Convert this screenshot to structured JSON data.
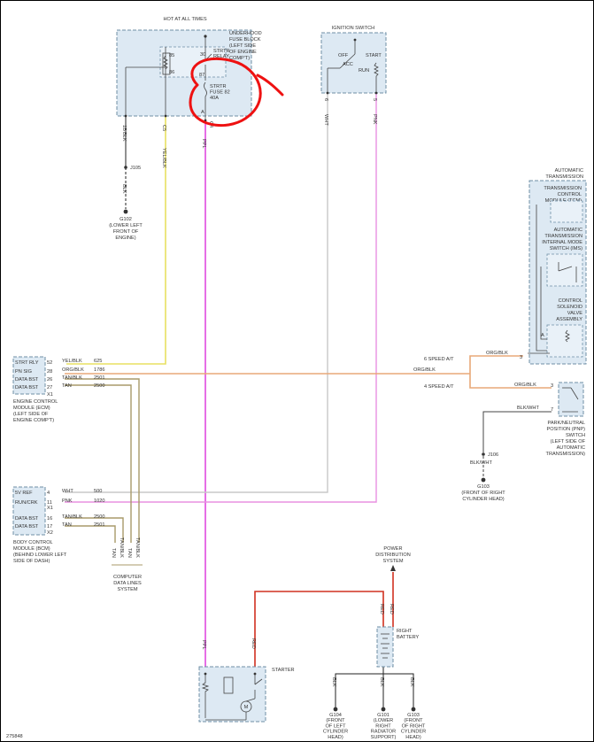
{
  "figure_id": "275848",
  "colors": {
    "pink": "#e04ae0",
    "red": "#d03020",
    "orange": "#e8a878",
    "yellow": "#e8e060",
    "tan": "#a89a6a",
    "white": "#c8c8c8",
    "black": "#222222",
    "annotation": "#ee1111"
  },
  "fuse_block": {
    "title": "HOT AT ALL TIMES",
    "name_lines": [
      "UNDERHOOD",
      "FUSE BLOCK",
      "(LEFT SIDE",
      "OF ENGINE",
      "COMP'T)"
    ],
    "relay_lines": [
      "STRTR",
      "RELAY"
    ],
    "fuse_lines": [
      "STRTR",
      "FUSE 82",
      "40A"
    ],
    "pins": {
      "p30": "30",
      "p85": "85",
      "p86": "86",
      "p87": "87",
      "fuse_a": "A"
    },
    "terminals": [
      "1B",
      "C5",
      "C4"
    ]
  },
  "ignition": {
    "title": "IGNITION SWITCH",
    "pos_off": "OFF",
    "pos_acc": "ACC",
    "pos_run": "RUN",
    "pos_start": "START",
    "pins": [
      "6",
      "5"
    ],
    "wires": [
      "WHT",
      "PNK"
    ]
  },
  "ground_g102": {
    "wire_top": "BLK",
    "splice": "J105",
    "wire_bottom": "BLK",
    "lines": [
      "G102",
      "(LOWER LEFT",
      "FRONT OF",
      "ENGINE)"
    ]
  },
  "wires_fuse": {
    "yel_blk": "YEL/BLK",
    "ppl": "PPL"
  },
  "ecm": {
    "pins": [
      {
        "label": "STRT RLY",
        "pin": "52",
        "color": "YEL/BLK",
        "circuit": "625"
      },
      {
        "label": "PN SIG",
        "pin": "28",
        "color": "ORG/BLK",
        "circuit": "1786"
      },
      {
        "label": "DATA BST",
        "pin": "26",
        "color": "TAN/BLK",
        "circuit": "2501"
      },
      {
        "label": "DATA BST",
        "pin": "27",
        "color": "TAN",
        "circuit": "2500"
      }
    ],
    "connector": "X1",
    "name_lines": [
      "ENGINE CONTROL",
      "MODULE (ECM)",
      "(LEFT SIDE OF",
      "ENGINE COMP'T)"
    ]
  },
  "bcm": {
    "pins": [
      {
        "label": "5V REF",
        "pin": "4",
        "color": "WHT",
        "circuit": "500"
      },
      {
        "label": "RUN/CRK",
        "pin": "11",
        "color": "PNK",
        "circuit": "1020"
      },
      {
        "label": "DATA BST",
        "pin": "16",
        "color": "TAN/BLK",
        "circuit": "2500"
      },
      {
        "label": "DATA BST",
        "pin": "17",
        "color": "TAN",
        "circuit": "2501"
      }
    ],
    "connectors": [
      "X1",
      "X2"
    ],
    "name_lines": [
      "BODY CONTROL",
      "MODULE (BCM)",
      "(BEHIND LOWER LEFT",
      "SIDE OF DASH)"
    ]
  },
  "data_lines": {
    "wires": [
      "TAN",
      "TAN/BLK",
      "TAN",
      "TAN/BLK"
    ],
    "lines": [
      "COMPUTER",
      "DATA LINES",
      "SYSTEM"
    ]
  },
  "tcm": {
    "title_lines": [
      "AUTOMATIC",
      "TRANSMISSION"
    ],
    "tcm_lines": [
      "TRANSMISSION",
      "CONTROL",
      "MODULE (TCM)"
    ],
    "ims_lines": [
      "AUTOMATIC",
      "TRANSMISSION",
      "INTERNAL MODE",
      "SWITCH (IMS)"
    ],
    "solenoid_lines": [
      "CONTROL",
      "SOLENOID",
      "VALVE",
      "ASSEMBLY"
    ],
    "pin_a": "A",
    "pin_3": "3",
    "label_6speed": "6 SPEED A/T",
    "label_4speed": "4 SPEED A/T",
    "wire_org": "ORG/BLK",
    "wire_org2": "ORG/BLK",
    "wire_org3": "ORG/BLK"
  },
  "pn_switch": {
    "pins": [
      "3",
      "7"
    ],
    "wire": "BLK/WHT",
    "lines": [
      "PARK/NEUTRAL",
      "POSITION (PNP)",
      "SWITCH",
      "(LEFT SIDE OF",
      "AUTOMATIC",
      "TRANSMISSION)"
    ]
  },
  "ground_g103": {
    "splice": "J106",
    "wire": "BLK/WHT",
    "lines": [
      "G103",
      "(FRONT OF RIGHT",
      "CYLINDER HEAD)"
    ]
  },
  "power_dist": {
    "lines": [
      "POWER",
      "DISTRIBUTION",
      "SYSTEM"
    ]
  },
  "battery": {
    "lines": [
      "RIGHT",
      "BATTERY"
    ],
    "wire": "RED"
  },
  "starter": {
    "label": "STARTER",
    "wire_ppl": "PPL",
    "wire_red": "RED",
    "motor": "M"
  },
  "grounds_bottom": [
    {
      "wire": "BLK",
      "lines": [
        "G104",
        "(FRONT",
        "OF LEFT",
        "CYLINDER",
        "HEAD)"
      ]
    },
    {
      "wire": "BLK",
      "lines": [
        "G101",
        "(LOWER",
        "RIGHT",
        "RADIATOR",
        "SUPPORT)"
      ]
    },
    {
      "wire": "BLK",
      "lines": [
        "G103",
        "(FRONT",
        "OF RIGHT",
        "CYLINDER",
        "HEAD)"
      ]
    }
  ]
}
